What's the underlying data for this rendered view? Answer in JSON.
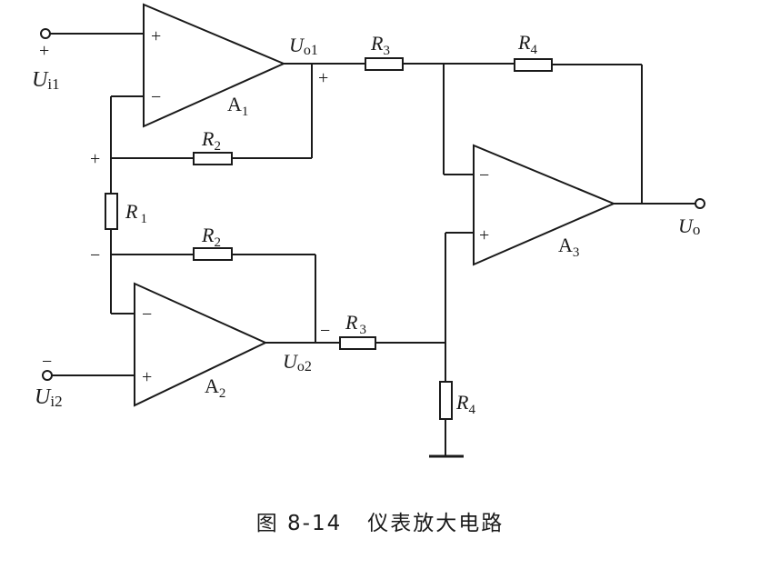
{
  "figure": {
    "number": "图 8-14",
    "title": "仪表放大电路"
  },
  "components": {
    "A1": {
      "name": "A",
      "sub": "1"
    },
    "A2": {
      "name": "A",
      "sub": "2"
    },
    "A3": {
      "name": "A",
      "sub": "3"
    },
    "R1": {
      "name": "R",
      "sub": "1"
    },
    "R2_top": {
      "name": "R",
      "sub": "2"
    },
    "R2_bottom": {
      "name": "R",
      "sub": "2"
    },
    "R3_top": {
      "name": "R",
      "sub": "3"
    },
    "R3_bottom": {
      "name": "R",
      "sub": "3"
    },
    "R4_top": {
      "name": "R",
      "sub": "4"
    },
    "R4_bottom": {
      "name": "R",
      "sub": "4"
    }
  },
  "nodes": {
    "Ui1": {
      "name": "U",
      "sub": "i1",
      "polarity": "+"
    },
    "Ui2": {
      "name": "U",
      "sub": "i2",
      "polarity": "−"
    },
    "Uo1": {
      "name": "U",
      "sub": "o1",
      "polarity": "+"
    },
    "Uo2": {
      "name": "U",
      "sub": "o2",
      "polarity": "−"
    },
    "Uo": {
      "name": "U",
      "sub": "o"
    },
    "R1_top_polarity": "+",
    "R1_bottom_polarity": "−"
  },
  "pins": {
    "plus": "+",
    "minus": "−"
  }
}
